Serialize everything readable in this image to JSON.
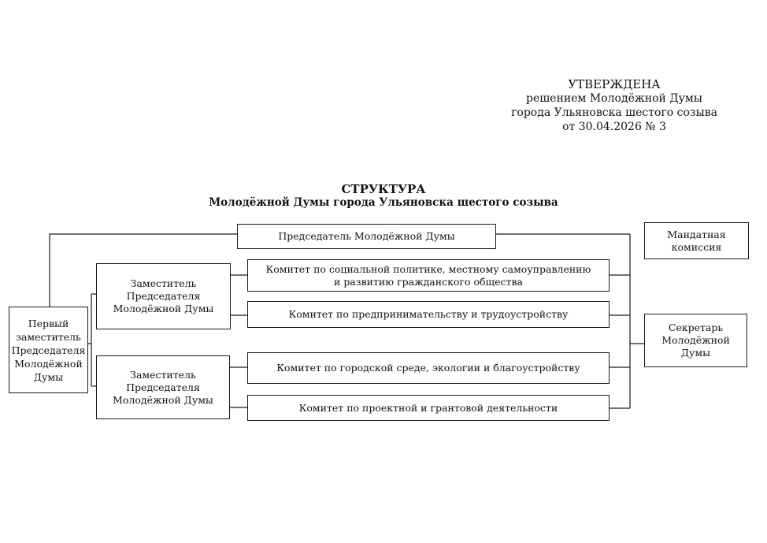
{
  "approval": {
    "title": "УТВЕРЖДЕНА",
    "line1": "решением Молодёжной Думы",
    "line2": "города Ульяновска шестого созыва",
    "line3": "от 30.04.2026 № 3"
  },
  "heading": {
    "title": "СТРУКТУРА",
    "subtitle": "Молодёжной Думы города Ульяновска шестого созыва"
  },
  "nodes": {
    "chairman": "Председатель Молодёжной Думы",
    "first_deputy": [
      "Первый",
      "заместитель",
      "Председателя",
      "Молодёжной",
      "Думы"
    ],
    "deputy_1": [
      "Заместитель",
      "Председателя",
      "Молодёжной Думы"
    ],
    "deputy_2": [
      "Заместитель",
      "Председателя",
      "Молодёжной Думы"
    ],
    "committee_social": [
      "Комитет по социальной политике, местному самоуправлению",
      "и развитию гражданского общества"
    ],
    "committee_business": "Комитет по предпринимательству и трудоустройству",
    "committee_urban": "Комитет по городской среде, экологии и благоустройству",
    "committee_grants": "Комитет по проектной и грантовой деятельности",
    "mandate_commission": [
      "Мандатная",
      "комиссия"
    ],
    "secretary": [
      "Секретарь",
      "Молодёжной",
      "Думы"
    ]
  }
}
